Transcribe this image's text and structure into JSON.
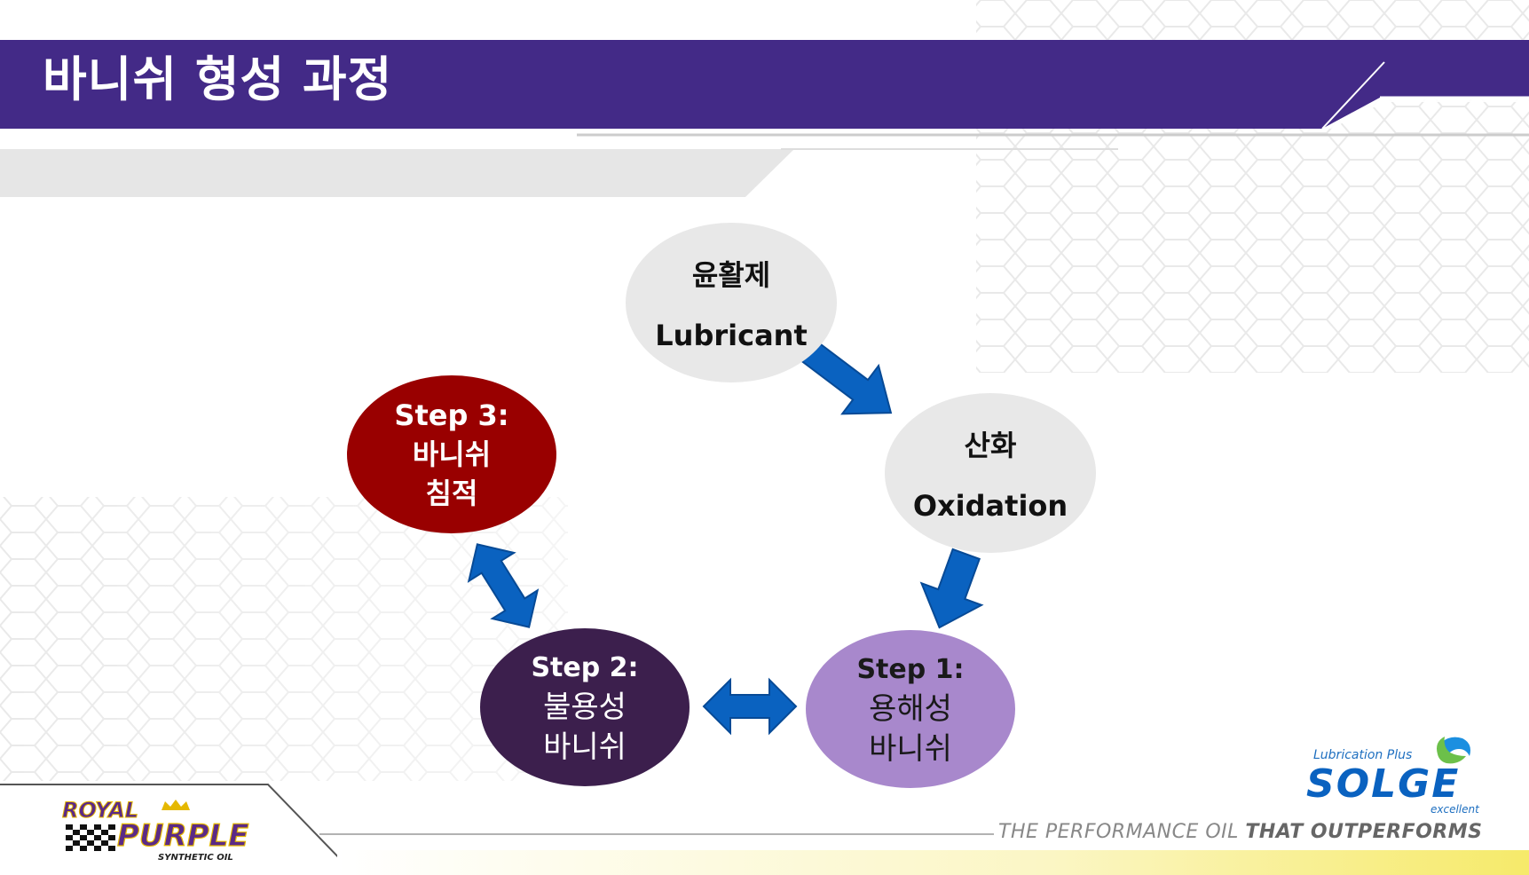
{
  "slide": {
    "title": "바니쉬 형성 과정"
  },
  "nodes": {
    "lubricant": {
      "ko": "윤활제",
      "en": "Lubricant"
    },
    "oxidation": {
      "ko": "산화",
      "en": "Oxidation"
    },
    "step1": {
      "step": "Step 1:",
      "line1": "용해성",
      "line2": "바니쉬"
    },
    "step2": {
      "step": "Step 2:",
      "line1": "불용성",
      "line2": "바니쉬"
    },
    "step3": {
      "step": "Step 3:",
      "line1": "바니쉬",
      "line2": "침적"
    }
  },
  "footer": {
    "brand_left": {
      "line1": "ROYAL",
      "line2": "PURPLE",
      "sub": "SYNTHETIC OIL"
    },
    "brand_right": {
      "top": "Lubrication Plus",
      "name": "SOLGE",
      "sub": "excellent"
    },
    "tagline_a": "THE PERFORMANCE OIL",
    "tagline_b": "THAT OUTPERFORMS"
  },
  "colors": {
    "header": "#432a87",
    "arrow": "#0a62c0",
    "step3": "#990000",
    "step2": "#3c1f4d",
    "step1": "#a888cc",
    "neutral": "#e8e8e8"
  }
}
